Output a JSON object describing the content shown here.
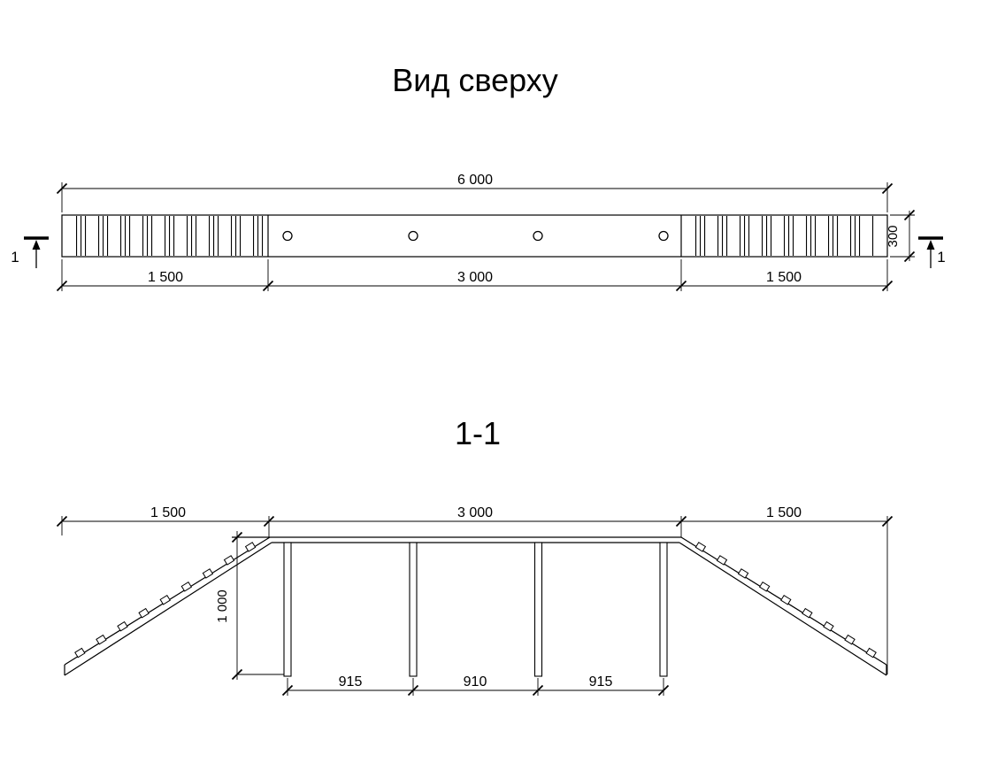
{
  "drawing": {
    "top_view": {
      "title": "Вид сверху",
      "section_marker_left": "1",
      "section_marker_right": "1",
      "dims": {
        "total_length": "6 000",
        "left_ramp": "1 500",
        "middle": "3 000",
        "right_ramp": "1 500",
        "width": "300"
      }
    },
    "section_view": {
      "title": "1-1",
      "dims": {
        "left_ramp": "1 500",
        "middle": "3 000",
        "right_ramp": "1 500",
        "height": "1 000",
        "post_span_1": "915",
        "post_span_2": "910",
        "post_span_3": "915"
      }
    }
  },
  "colors": {
    "line": "#000000",
    "background": "#ffffff"
  }
}
